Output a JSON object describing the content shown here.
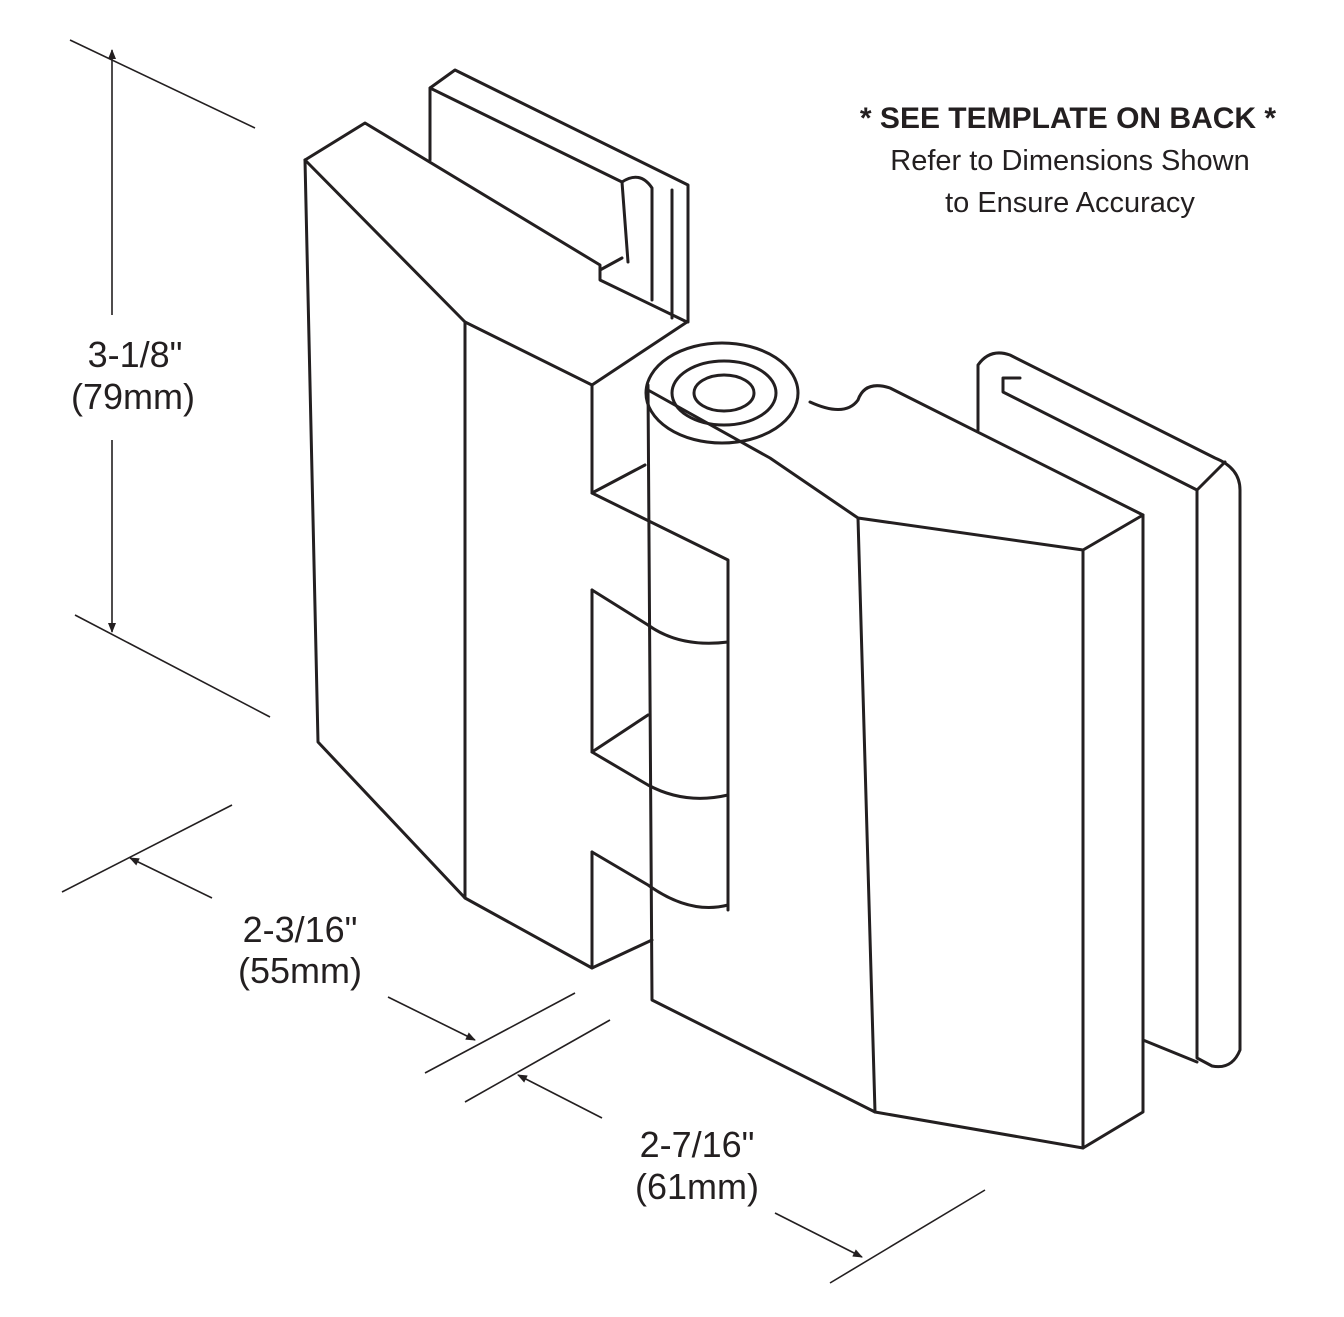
{
  "note": {
    "title": "* SEE TEMPLATE ON BACK *",
    "line1": "Refer to Dimensions Shown",
    "line2": "to Ensure Accuracy"
  },
  "dimensions": {
    "height": {
      "imperial": "3-1/8\"",
      "metric": "(79mm)"
    },
    "depth_left": {
      "imperial": "2-3/16\"",
      "metric": "(55mm)"
    },
    "depth_right": {
      "imperial": "2-7/16\"",
      "metric": "(61mm)"
    }
  },
  "colors": {
    "ink": "#231f20",
    "background": "#ffffff"
  }
}
